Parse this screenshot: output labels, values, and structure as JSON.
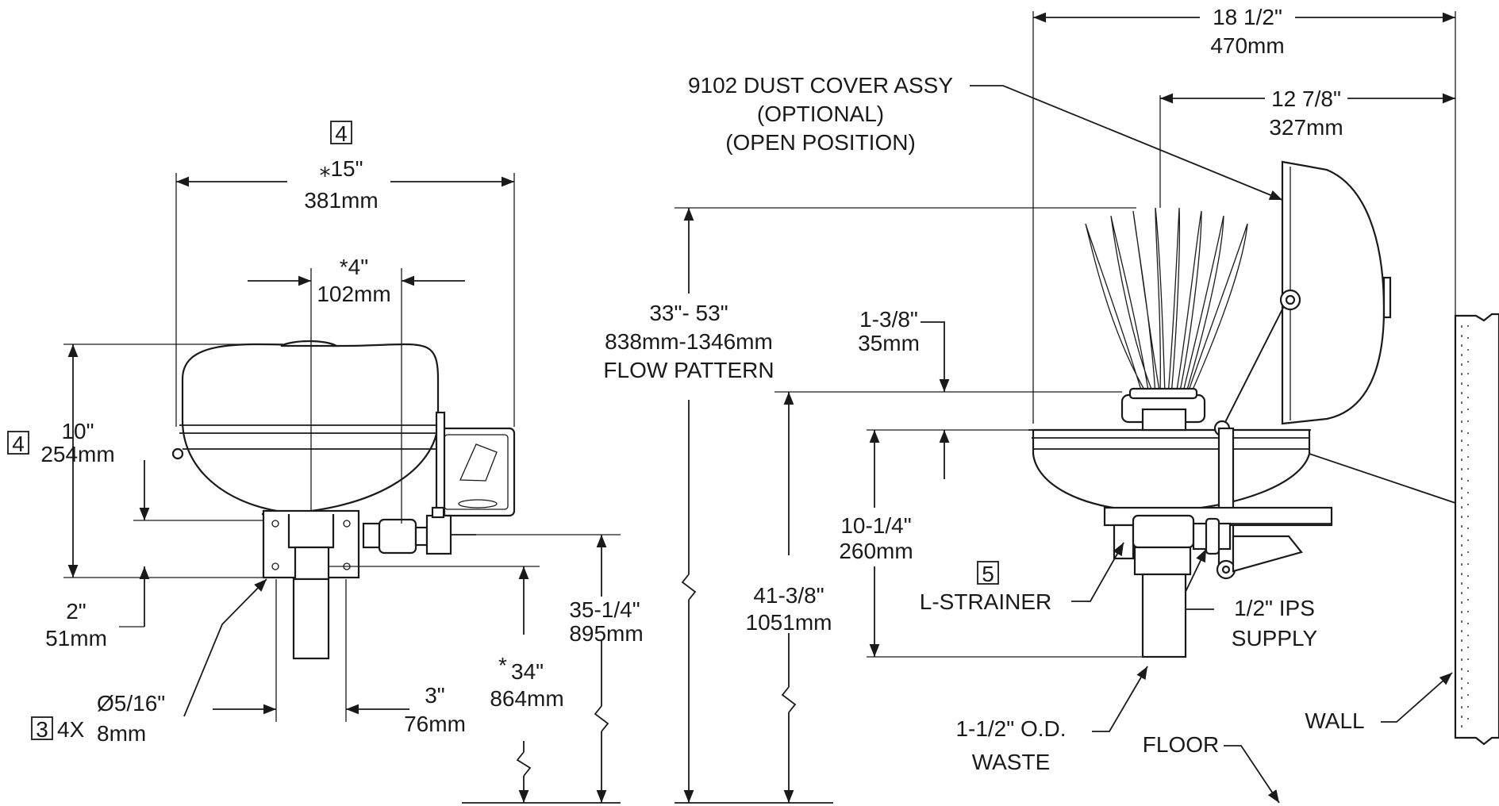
{
  "front_view": {
    "box_top": "4",
    "width_in": "⁎15\"",
    "width_mm": "381mm",
    "offset_in": "*4\"",
    "offset_mm": "102mm",
    "box_left": "4",
    "height_in": "10\"",
    "height_mm": "254mm",
    "bottom_in": "2\"",
    "bottom_mm": "51mm",
    "box_hole": "3",
    "hole_count": "4X",
    "hole_dia": "Ø5/16\"",
    "hole_mm": "8mm",
    "spacing_in": "3\"",
    "spacing_mm": "76mm",
    "mount_in": "34\"",
    "mount_star": "*",
    "mount_mm": "864mm",
    "supply_in": "35-1/4\"",
    "supply_mm": "895mm"
  },
  "side_view": {
    "cover_line1": "9102 DUST COVER ASSY",
    "cover_line2": "(OPTIONAL)",
    "cover_line3": "(OPEN POSITION)",
    "depth_in": "18 1/2\"",
    "depth_mm": "470mm",
    "head_in": "12 7/8\"",
    "head_mm": "327mm",
    "flow_in": "33\"- 53\"",
    "flow_mm": "838mm-1346mm",
    "flow_label": "FLOW PATTERN",
    "spout_in": "1-3/8\"",
    "spout_mm": "35mm",
    "bowl_in": "10-1/4\"",
    "bowl_mm": "260mm",
    "rim_in": "41-3/8\"",
    "rim_mm": "1051mm",
    "box_strainer": "5",
    "strainer": "L-STRAINER",
    "ips_line1": "1/2\" IPS",
    "ips_line2": "SUPPLY",
    "waste_line1": "1-1/2\" O.D.",
    "waste_line2": "WASTE",
    "floor": "FLOOR",
    "wall": "WALL"
  }
}
